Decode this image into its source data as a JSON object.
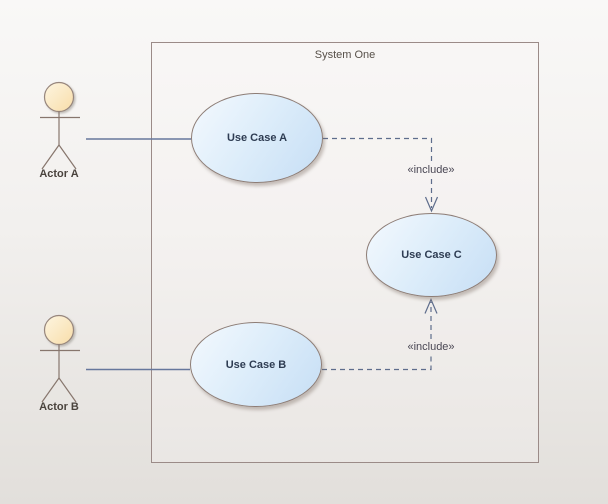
{
  "diagram": {
    "kind": "uml-use-case-diagram",
    "system": {
      "label": "System One"
    },
    "actors": [
      {
        "label": "Actor A"
      },
      {
        "label": "Actor B"
      }
    ],
    "use_cases": [
      {
        "label": "Use Case A"
      },
      {
        "label": "Use Case B"
      },
      {
        "label": "Use Case C"
      }
    ],
    "connectors": [
      {
        "from": "Actor A",
        "to": "Use Case A",
        "type": "association"
      },
      {
        "from": "Actor B",
        "to": "Use Case B",
        "type": "association"
      },
      {
        "from": "Use Case A",
        "to": "Use Case C",
        "type": "include",
        "label": "«include»"
      },
      {
        "from": "Use Case B",
        "to": "Use Case C",
        "type": "include",
        "label": "«include»"
      }
    ],
    "colors": {
      "background_top": "#f9f8f7",
      "background_bottom": "#e2dfdb",
      "boundary_border": "#9b8b88",
      "use_case_fill_light": "#f4f9fe",
      "use_case_fill_dark": "#c6def5",
      "use_case_border": "#8d7d76",
      "use_case_text": "#2e3c52",
      "actor_stroke": "#87766d",
      "actor_head_fill": "#fbe7bd",
      "association_line": "#66779c",
      "include_line": "#5e6d8c",
      "label_text": "#4a433d"
    }
  }
}
